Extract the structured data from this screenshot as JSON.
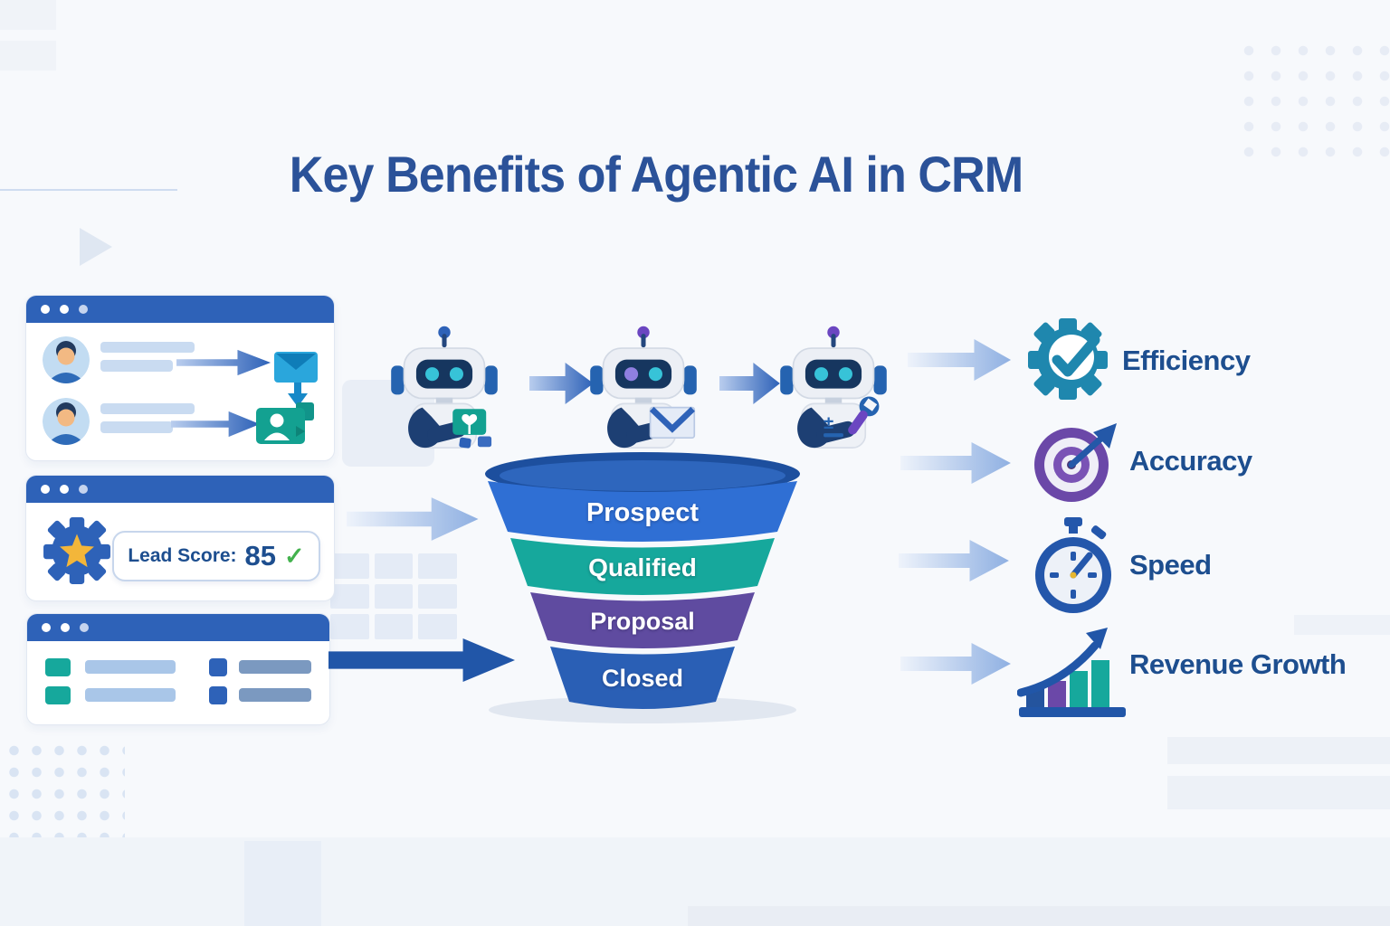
{
  "title": "Key Benefits of Agentic AI in CRM",
  "colors": {
    "title_text": "#2b5299",
    "benefit_label_text": "#1d4e8f",
    "window_bar_blue": "#2e62b8",
    "accent_teal": "#16a89c",
    "accent_purple": "#5f4ba0",
    "arrow_solid_blue": "#2156a8",
    "check_green": "#43b24e",
    "star_yellow": "#f3b63a"
  },
  "left_panels": {
    "contact_list_window": {
      "icons": [
        "avatar-icon",
        "text-bar",
        "arrow-right-icon",
        "email-icon",
        "arrow-down-icon",
        "contact-card-icon"
      ]
    },
    "lead_scoring_window": {
      "gear_icon": "gear-star-icon",
      "score_label": "Lead Score:",
      "score_value": "85",
      "check_icon": "checkmark-icon"
    },
    "data_table_window": {
      "icons": [
        "teal-cell",
        "blue-cell",
        "text-bar"
      ]
    }
  },
  "agents": [
    {
      "name": "engagement-robot",
      "held_item": "heart-card-icon"
    },
    {
      "name": "email-robot",
      "held_item": "envelope-icon"
    },
    {
      "name": "maintenance-robot",
      "held_item": "wrench-icon"
    }
  ],
  "funnel": {
    "stages": [
      {
        "label": "Prospect",
        "color": "#2f6fd4"
      },
      {
        "label": "Qualified",
        "color": "#16a89c"
      },
      {
        "label": "Proposal",
        "color": "#5f4ba0"
      },
      {
        "label": "Closed",
        "color": "#2a5fb5"
      }
    ]
  },
  "benefits": [
    {
      "label": "Efficiency",
      "icon": "gear-check-icon",
      "color": "#1f87ae"
    },
    {
      "label": "Accuracy",
      "icon": "target-dart-icon",
      "color": "#6b48a8"
    },
    {
      "label": "Speed",
      "icon": "stopwatch-icon",
      "color": "#2457ab"
    },
    {
      "label": "Revenue Growth",
      "icon": "growth-chart-icon",
      "color": "#16a89c"
    }
  ]
}
